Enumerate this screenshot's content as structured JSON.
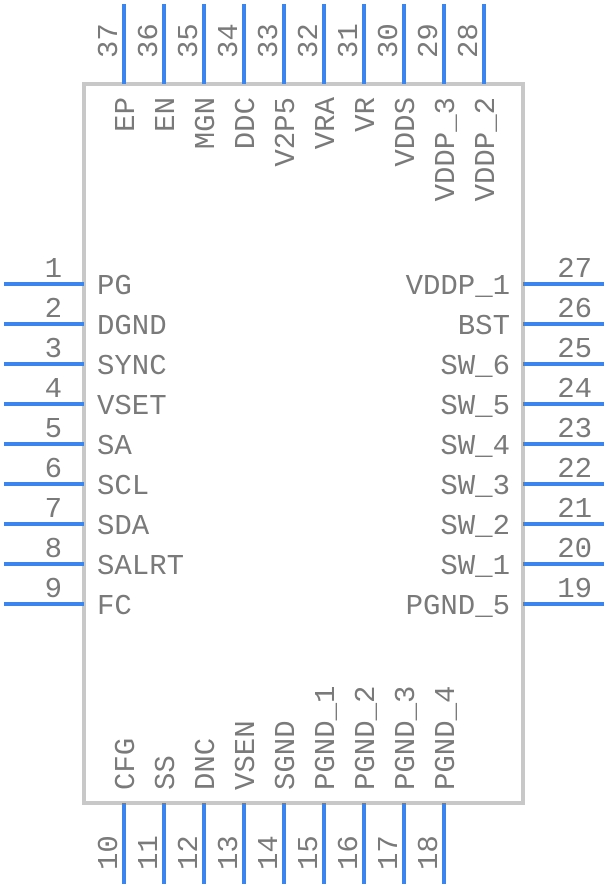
{
  "component": {
    "left_pins": [
      {
        "number": "1",
        "name": "PG"
      },
      {
        "number": "2",
        "name": "DGND"
      },
      {
        "number": "3",
        "name": "SYNC"
      },
      {
        "number": "4",
        "name": "VSET"
      },
      {
        "number": "5",
        "name": "SA"
      },
      {
        "number": "6",
        "name": "SCL"
      },
      {
        "number": "7",
        "name": "SDA"
      },
      {
        "number": "8",
        "name": "SALRT"
      },
      {
        "number": "9",
        "name": "FC"
      }
    ],
    "bottom_pins": [
      {
        "number": "10",
        "name": "CFG"
      },
      {
        "number": "11",
        "name": "SS"
      },
      {
        "number": "12",
        "name": "DNC"
      },
      {
        "number": "13",
        "name": "VSEN"
      },
      {
        "number": "14",
        "name": "SGND"
      },
      {
        "number": "15",
        "name": "PGND_1"
      },
      {
        "number": "16",
        "name": "PGND_2"
      },
      {
        "number": "17",
        "name": "PGND_3"
      },
      {
        "number": "18",
        "name": "PGND_4"
      }
    ],
    "right_pins": [
      {
        "number": "19",
        "name": "PGND_5"
      },
      {
        "number": "20",
        "name": "SW_1"
      },
      {
        "number": "21",
        "name": "SW_2"
      },
      {
        "number": "22",
        "name": "SW_3"
      },
      {
        "number": "23",
        "name": "SW_4"
      },
      {
        "number": "24",
        "name": "SW_5"
      },
      {
        "number": "25",
        "name": "SW_6"
      },
      {
        "number": "26",
        "name": "BST"
      },
      {
        "number": "27",
        "name": "VDDP_1"
      }
    ],
    "top_pins": [
      {
        "number": "28",
        "name": "VDDP_2"
      },
      {
        "number": "29",
        "name": "VDDP_3"
      },
      {
        "number": "30",
        "name": "VDDS"
      },
      {
        "number": "31",
        "name": "VR"
      },
      {
        "number": "32",
        "name": "VRA"
      },
      {
        "number": "33",
        "name": "V2P5"
      },
      {
        "number": "34",
        "name": "DDC"
      },
      {
        "number": "35",
        "name": "MGN"
      },
      {
        "number": "36",
        "name": "EN"
      },
      {
        "number": "37",
        "name": "EP"
      }
    ],
    "colors": {
      "pin": "#3a86ee",
      "body": "#c8c8c8",
      "text": "#7a7a7a"
    }
  }
}
